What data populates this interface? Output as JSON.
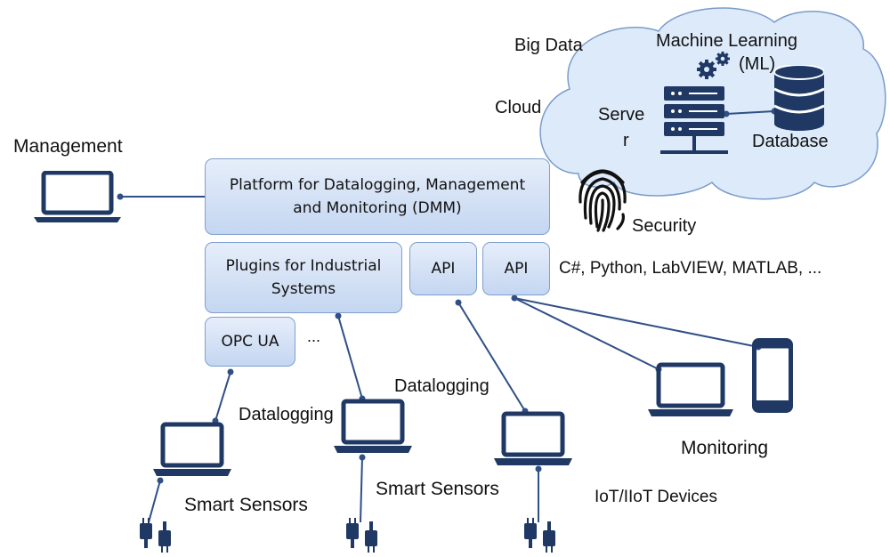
{
  "cloud": {
    "big_data": "Big Data",
    "machine_learning": "Machine Learning",
    "ml_abbrev": "(ML)",
    "cloud": "Cloud",
    "server_line1": "Serve",
    "server_line2": "r",
    "database": "Database",
    "security": "Security"
  },
  "management": "Management",
  "boxes": {
    "dmm_line1": "Platform for Datalogging, Management",
    "dmm_line2": "and Monitoring (DMM)",
    "plugins_line1": "Plugins for Industrial",
    "plugins_line2": "Systems",
    "api1": "API",
    "api2": "API",
    "opcua": "OPC UA"
  },
  "ellipsis": "...",
  "languages": "C#, Python, LabVIEW, MATLAB, ...",
  "datalogging_1": "Datalogging",
  "datalogging_2": "Datalogging",
  "smart_sensors_1": "Smart Sensors",
  "smart_sensors_2": "Smart Sensors",
  "iot_devices": "IoT/IIoT Devices",
  "monitoring": "Monitoring",
  "colors": {
    "icon": "#1f3864",
    "line": "#2f4f86",
    "box_border": "#7f9fce",
    "cloud_fill": "#ddeafa",
    "cloud_border": "#7a9cc9"
  }
}
